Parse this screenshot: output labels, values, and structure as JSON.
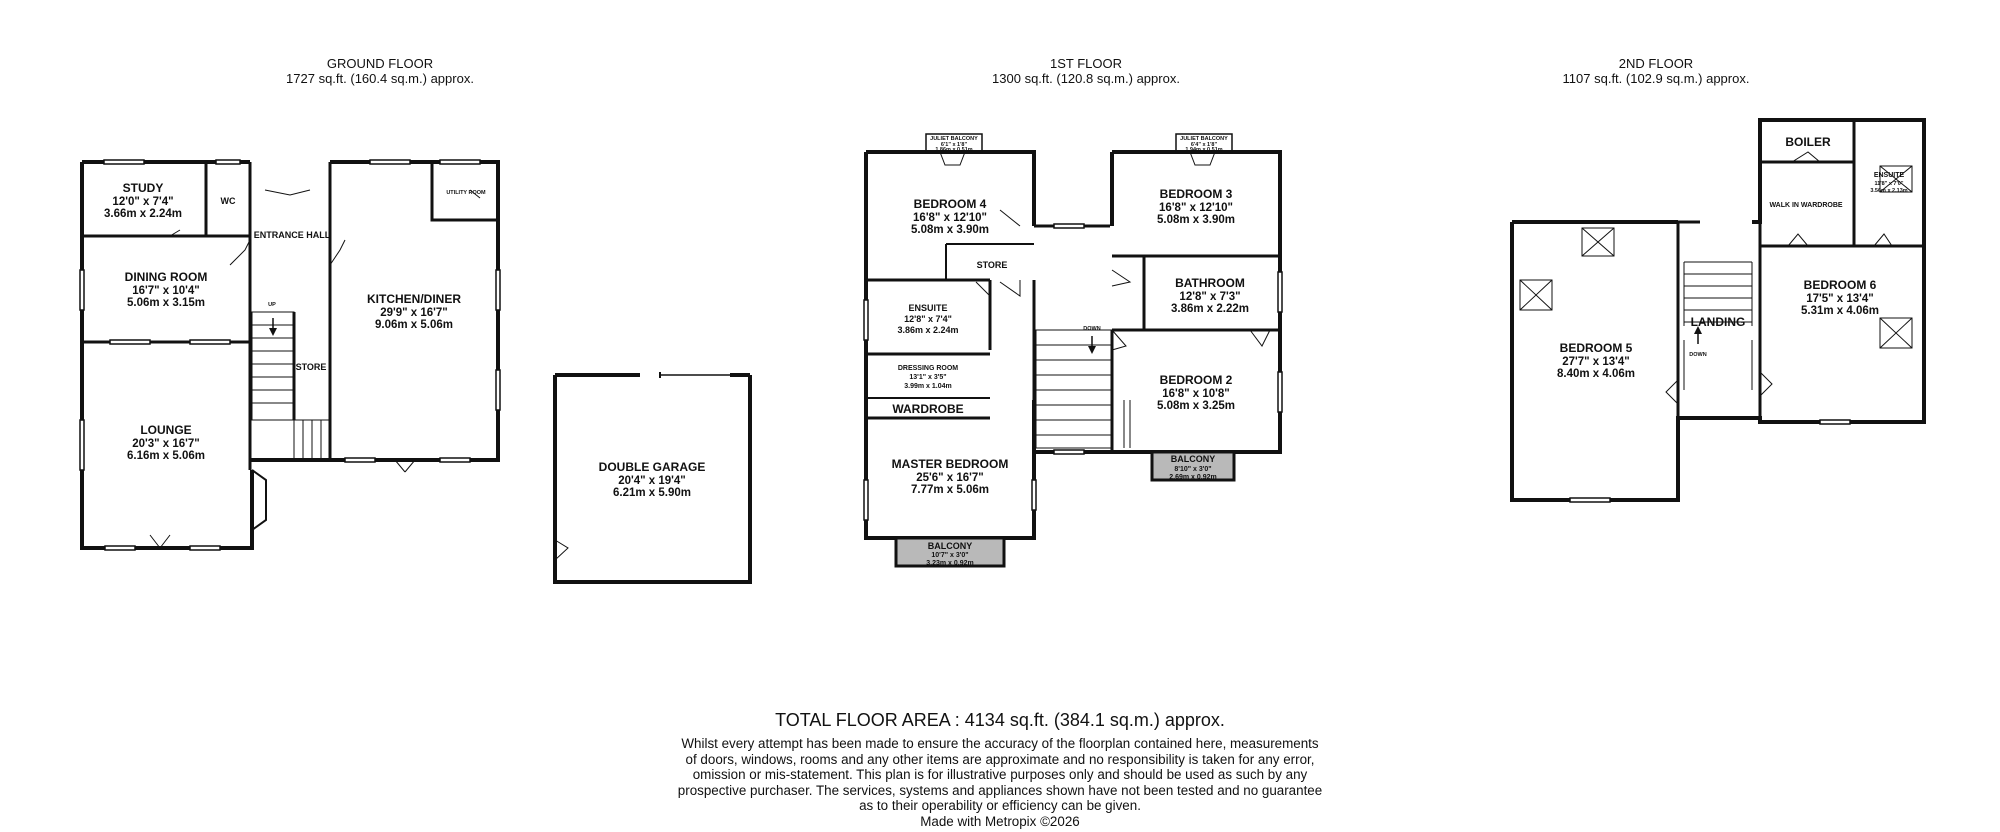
{
  "floors": [
    {
      "id": "ground",
      "title": "GROUND FLOOR",
      "area": "1727 sq.ft. (160.4 sq.m.) approx.",
      "rooms": [
        {
          "key": "study",
          "name": "STUDY",
          "dim_imperial": "12'0\" x 7'4\"",
          "dim_metric": "3.66m x 2.24m"
        },
        {
          "key": "wc",
          "name": "WC"
        },
        {
          "key": "entrance_hall",
          "name": "ENTRANCE HALL"
        },
        {
          "key": "utility",
          "name": "UTILITY ROOM"
        },
        {
          "key": "dining",
          "name": "DINING ROOM",
          "dim_imperial": "16'7\" x 10'4\"",
          "dim_metric": "5.06m x 3.15m"
        },
        {
          "key": "kitchen",
          "name": "KITCHEN/DINER",
          "dim_imperial": "29'9\" x 16'7\"",
          "dim_metric": "9.06m x 5.06m"
        },
        {
          "key": "store",
          "name": "STORE"
        },
        {
          "key": "lounge",
          "name": "LOUNGE",
          "dim_imperial": "20'3\" x 16'7\"",
          "dim_metric": "6.16m x 5.06m"
        },
        {
          "key": "garage",
          "name": "DOUBLE GARAGE",
          "dim_imperial": "20'4\" x 19'4\"",
          "dim_metric": "6.21m x 5.90m"
        }
      ],
      "stair_label": "UP"
    },
    {
      "id": "first",
      "title": "1ST FLOOR",
      "area": "1300 sq.ft. (120.8 sq.m.) approx.",
      "rooms": [
        {
          "key": "bed4",
          "name": "BEDROOM 4",
          "dim_imperial": "16'8\" x 12'10\"",
          "dim_metric": "5.08m x 3.90m"
        },
        {
          "key": "bed3",
          "name": "BEDROOM 3",
          "dim_imperial": "16'8\" x 12'10\"",
          "dim_metric": "5.08m x 3.90m"
        },
        {
          "key": "store",
          "name": "STORE"
        },
        {
          "key": "bathroom",
          "name": "BATHROOM",
          "dim_imperial": "12'8\" x 7'3\"",
          "dim_metric": "3.86m x 2.22m"
        },
        {
          "key": "ensuite",
          "name": "ENSUITE",
          "dim_imperial": "12'8\" x 7'4\"",
          "dim_metric": "3.86m x 2.24m"
        },
        {
          "key": "dressing",
          "name": "DRESSING ROOM",
          "dim_imperial": "13'1\" x 3'5\"",
          "dim_metric": "3.99m x 1.04m"
        },
        {
          "key": "wardrobe",
          "name": "WARDROBE"
        },
        {
          "key": "bed2",
          "name": "BEDROOM 2",
          "dim_imperial": "16'8\" x 10'8\"",
          "dim_metric": "5.08m x 3.25m"
        },
        {
          "key": "master",
          "name": "MASTER BEDROOM",
          "dim_imperial": "25'6\" x 16'7\"",
          "dim_metric": "7.77m x 5.06m"
        }
      ],
      "balconies": [
        {
          "key": "juliet4",
          "name": "JULIET BALCONY",
          "dim_imperial": "6'1\" x 1'8\"",
          "dim_metric": "1.86m x 0.51m"
        },
        {
          "key": "juliet3",
          "name": "JULIET BALCONY",
          "dim_imperial": "6'4\" x 1'8\"",
          "dim_metric": "1.94m x 0.51m"
        },
        {
          "key": "balcony2",
          "name": "BALCONY",
          "dim_imperial": "8'10\" x 3'0\"",
          "dim_metric": "2.69m x 0.92m"
        },
        {
          "key": "balcony_master",
          "name": "BALCONY",
          "dim_imperial": "10'7\" x 3'0\"",
          "dim_metric": "3.23m x 0.92m"
        }
      ],
      "stair_label": "DOWN"
    },
    {
      "id": "second",
      "title": "2ND FLOOR",
      "area": "1107 sq.ft. (102.9 sq.m.) approx.",
      "rooms": [
        {
          "key": "boiler",
          "name": "BOILER"
        },
        {
          "key": "ensuite",
          "name": "ENSUITE",
          "dim_imperial": "11'8\" x 7'0\"",
          "dim_metric": "3.56m x 2.13m"
        },
        {
          "key": "walkin",
          "name": "WALK IN WARDROBE"
        },
        {
          "key": "landing",
          "name": "LANDING"
        },
        {
          "key": "bed6",
          "name": "BEDROOM 6",
          "dim_imperial": "17'5\" x 13'4\"",
          "dim_metric": "5.31m x 4.06m"
        },
        {
          "key": "bed5",
          "name": "BEDROOM 5",
          "dim_imperial": "27'7\" x 13'4\"",
          "dim_metric": "8.40m x 4.06m"
        }
      ],
      "stair_label": "DOWN"
    }
  ],
  "footer": {
    "total": "TOTAL FLOOR AREA : 4134 sq.ft. (384.1 sq.m.) approx.",
    "disclaimer": [
      "Whilst every attempt has been made to ensure the accuracy of the floorplan contained here, measurements",
      "of doors, windows, rooms and any other items are approximate and no responsibility is taken for any error,",
      "omission or mis-statement. This plan is for illustrative purposes only and should be used as such by any",
      "prospective purchaser. The services, systems and appliances shown have not been tested and no guarantee",
      "as to their operability or efficiency can be given."
    ],
    "made_with": "Made with Metropix ©2026"
  },
  "colors": {
    "wall": "#111111",
    "balcony_fill": "#b9b9b9",
    "window": "#ffffff"
  }
}
